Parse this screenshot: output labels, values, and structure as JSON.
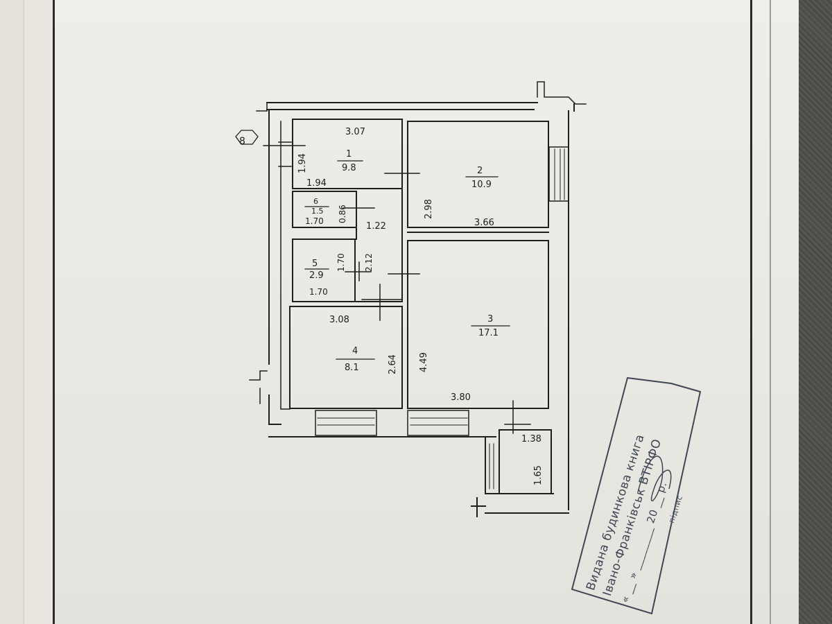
{
  "plan": {
    "axis_marker": "8",
    "rooms": [
      {
        "number": "1",
        "area": "9.8"
      },
      {
        "number": "2",
        "area": "10.9"
      },
      {
        "number": "3",
        "area": "17.1"
      },
      {
        "number": "4",
        "area": "8.1"
      },
      {
        "number": "5",
        "area": "2.9"
      },
      {
        "number": "6",
        "area": "1.5"
      }
    ],
    "dimensions": {
      "room1_top": "3.07",
      "room1_left": "1.94",
      "room1_bottom": "1.94",
      "room2_left": "2.98",
      "room2_bottom": "3.66",
      "room6_side": "0.86",
      "room6_bottom": "1.70",
      "corridor_width": "1.22",
      "room5_right": "1.70",
      "corridor_length": "2.12",
      "room5_bottom": "1.70",
      "room4_top": "3.08",
      "room4_right": "2.64",
      "room3_left": "4.49",
      "room3_bottom": "3.80",
      "balcony_top": "1.38",
      "balcony_side": "1.65"
    }
  },
  "stamp": {
    "line1": "Видана будинкова книга",
    "line2": "Івано-Франківськ ВТІРФО",
    "line3": "« __ »  ________ 20 __ р.",
    "sign_label": "підпис"
  },
  "colors": {
    "ink": "#1e1e1e",
    "stamp_ink": "#3f4654",
    "paper": "#ecebe5"
  }
}
